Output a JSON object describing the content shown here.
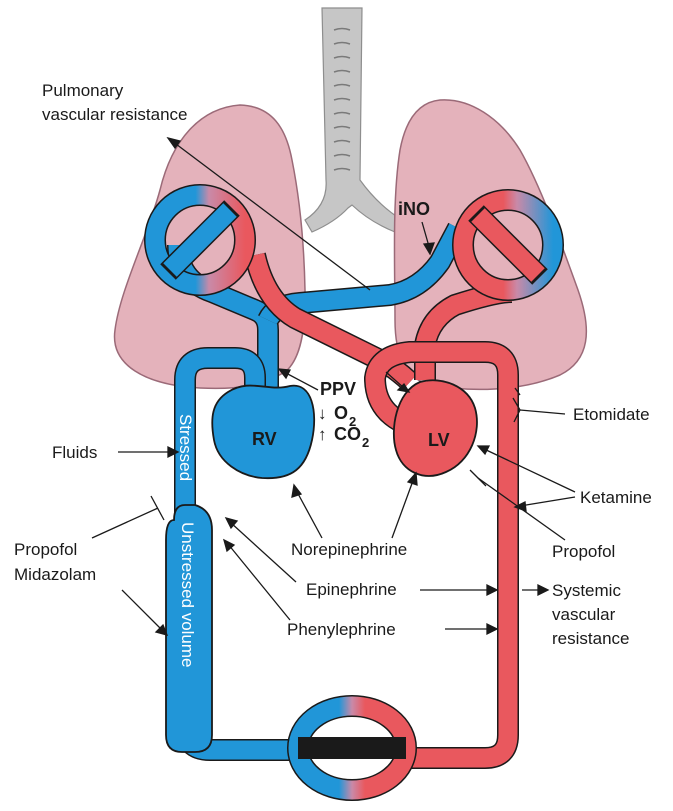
{
  "labels": {
    "pvr_line1": "Pulmonary",
    "pvr_line2": "vascular resistance",
    "ino": "iNO",
    "etomidate": "Etomidate",
    "fluids": "Fluids",
    "ketamine": "Ketamine",
    "propofol_line1": "Propofol",
    "midazolam": "Midazolam",
    "propofol_right": "Propofol",
    "norepinephrine": "Norepinephrine",
    "epinephrine": "Epinephrine",
    "phenylephrine": "Phenylephrine",
    "svr_line1": "Systemic",
    "svr_line2": "vascular",
    "svr_line3": "resistance",
    "ppv": "PPV",
    "o2_arrow": "↓",
    "o2_main": "O",
    "o2_sub": "2",
    "co2_arrow": "↑",
    "co2_main": "CO",
    "co2_sub": "2",
    "rv": "RV",
    "lv": "LV",
    "stressed": "Stressed",
    "unstressed": "Unstressed volume"
  },
  "colors": {
    "venous": "#2196d8",
    "arterial": "#e9585e",
    "lung": "#e4b2bb",
    "lung_outline": "#9b6a78",
    "trachea": "#c6c6c6",
    "outline": "#1a1a1a"
  }
}
